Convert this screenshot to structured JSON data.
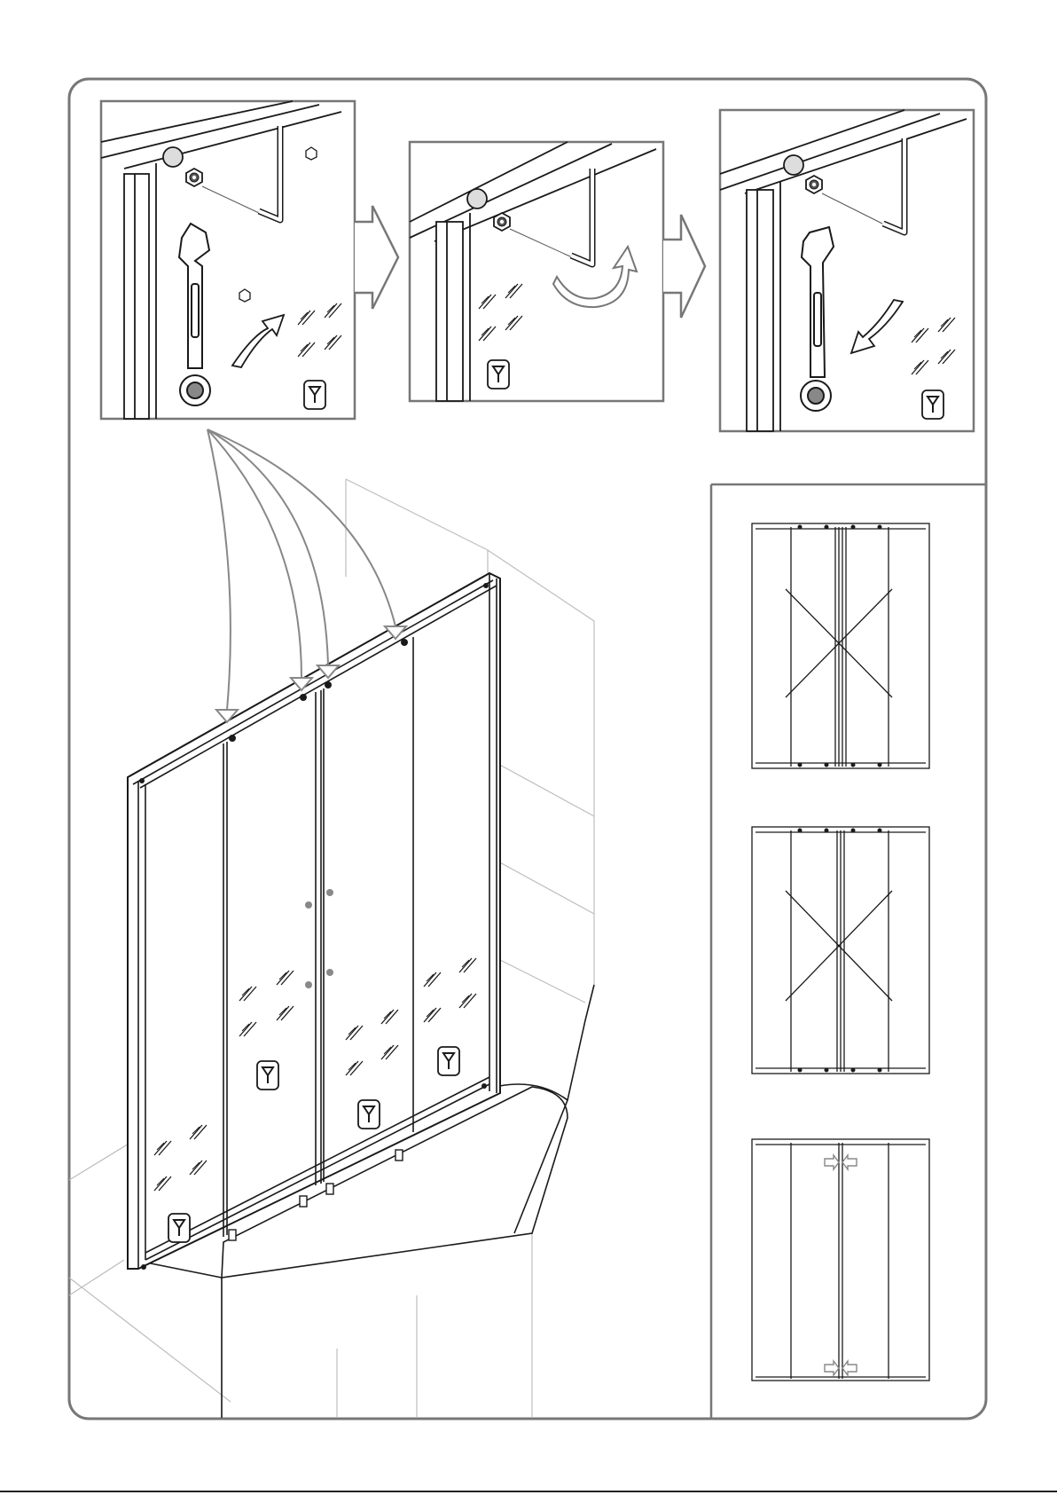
{
  "page": {
    "title": "",
    "footer_text": "",
    "colors": {
      "frame": "#777777",
      "line": "#1a1a1a",
      "light_line": "#bdbdbd",
      "arrow_outline": "#888888",
      "background": "#ffffff"
    }
  },
  "steps": [
    {
      "id": "step-1",
      "tool": "wrench-icon",
      "action": "loosen-nut"
    },
    {
      "id": "step-2",
      "tool": "hex-key-icon",
      "action": "adjust-roller"
    },
    {
      "id": "step-3",
      "tool": "wrench-icon",
      "action": "tighten-nut"
    }
  ],
  "alignment_views": [
    {
      "id": "misaligned-top",
      "status": "incorrect",
      "symbol": "cross-icon"
    },
    {
      "id": "misaligned-bottom",
      "status": "incorrect",
      "symbol": "cross-icon"
    },
    {
      "id": "aligned",
      "status": "correct",
      "symbol": "arrow-icon"
    }
  ],
  "icons": [
    "hex-nut-icon",
    "hex-key-icon",
    "wrench-icon",
    "rotate-arrow-icon",
    "glass-symbol-icon",
    "cross-icon"
  ]
}
